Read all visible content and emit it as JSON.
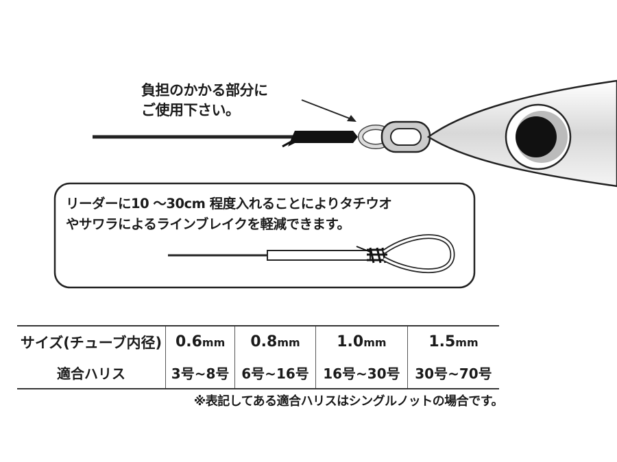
{
  "callout": {
    "line1": "負担のかかる部分に",
    "line2": "ご使用下さい。"
  },
  "info_box": {
    "line1": "リーダーに10 〜30cm 程度入れることによりタチウオ",
    "line2": "やサワラによるラインブレイクを軽減できます。"
  },
  "table": {
    "row_headers": [
      "サイズ(チューブ内径)",
      "適合ハリス"
    ],
    "unit": "mm",
    "sizes": [
      "0.6",
      "0.8",
      "1.0",
      "1.5"
    ],
    "leaders": [
      "3号~8号",
      "6号~16号",
      "16号~30号",
      "30号~70号"
    ]
  },
  "footnote": "※表記してある適合ハリスはシングルノットの場合です。"
}
